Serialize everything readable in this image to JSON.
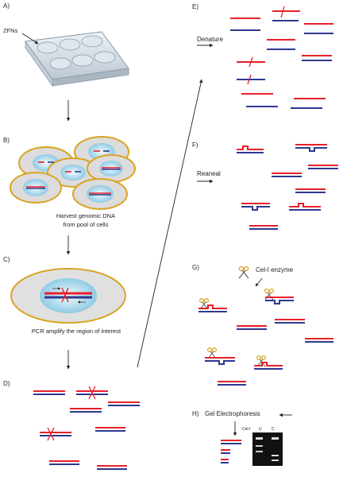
{
  "panels": {
    "a": {
      "label": "A)",
      "note": "ZFNs"
    },
    "b": {
      "label": "B)",
      "caption_line1": "Harvest genomic DNA",
      "caption_line2": "from pool of cells"
    },
    "c": {
      "label": "C)",
      "caption": "PCR amplify the region of interest"
    },
    "d": {
      "label": "D)"
    },
    "e": {
      "label": "E)",
      "step": "Denature"
    },
    "f": {
      "label": "F)",
      "step": "Reaneal"
    },
    "g": {
      "label": "G)",
      "enzyme": "Cel-I enzyme"
    },
    "h": {
      "label": "H)",
      "title": "Gel Electrophoresis",
      "lanes": [
        "Cel-I",
        "U",
        "C"
      ]
    }
  },
  "colors": {
    "red_strand": "#e8202a",
    "blue_strand": "#2b3990",
    "cell_border": "#d9a422",
    "nucleus": "#a9d8ec",
    "cytoplasm": "#dcdcdc",
    "gel": "#111111",
    "arrow": "#222222"
  },
  "icons": [
    "culture-plate-icon",
    "cell-icon",
    "scissors-icon",
    "gel-icon",
    "arrow-icon"
  ]
}
